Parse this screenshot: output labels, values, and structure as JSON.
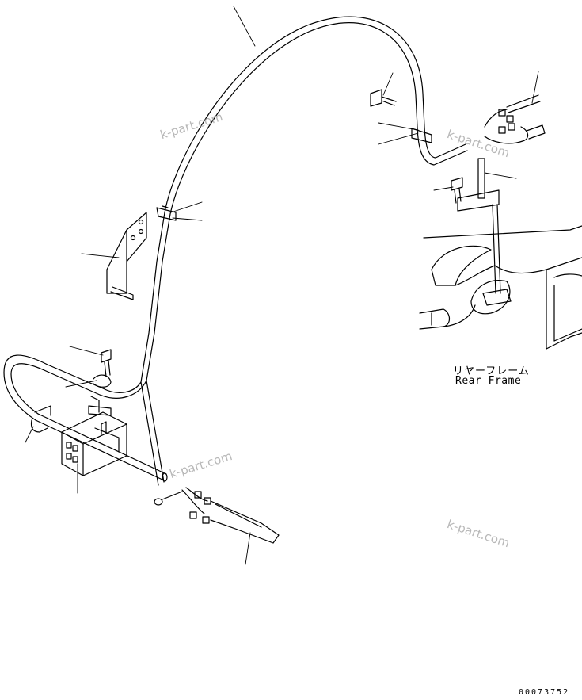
{
  "labels": {
    "rear_frame_jp": "リヤーフレーム",
    "rear_frame_en": "Rear Frame",
    "drawing_number": "00073752"
  },
  "watermarks": [
    "k-part.com",
    "k-part.com",
    "k-part.com",
    "k-part.com"
  ],
  "colors": {
    "line": "#000000",
    "watermark": "#b8b8b8",
    "background": "#ffffff"
  }
}
